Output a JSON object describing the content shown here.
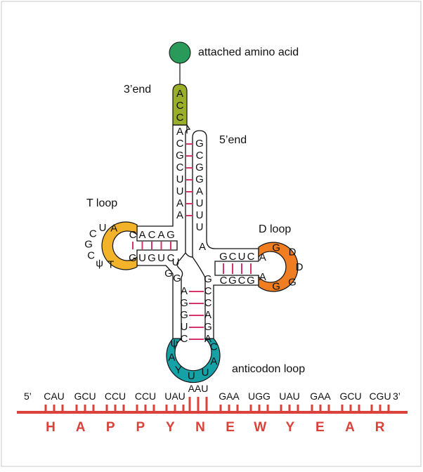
{
  "labels": {
    "amino_acid": "attached amino acid",
    "three_end": "3’end",
    "five_end": "5’end",
    "t_loop": "T loop",
    "d_loop": "D loop",
    "anticodon_loop": "anticodon loop",
    "mrna_5": "5’",
    "mrna_3": "3’"
  },
  "acceptor_3": [
    "A",
    "C",
    "C"
  ],
  "acceptor_left": [
    "A",
    "C",
    "G",
    "C",
    "U",
    "U",
    "A",
    "A"
  ],
  "acceptor_right": [
    "G",
    "C",
    "G",
    "G",
    "A",
    "U",
    "U",
    "U"
  ],
  "connector_5": "A",
  "t_stem_top": [
    "C",
    "A",
    "C",
    "A",
    "G"
  ],
  "t_stem_bottom": [
    "G",
    "U",
    "G",
    "U",
    "C"
  ],
  "t_loop_bases": [
    "A",
    "U",
    "C",
    "G",
    "C",
    "ψ",
    "T"
  ],
  "d_stem_top": [
    "G",
    "C",
    "U",
    "C"
  ],
  "d_stem_bottom": [
    "C",
    "G",
    "C",
    "G"
  ],
  "d_loop_bases": [
    "A",
    "G",
    "D",
    "D",
    "G",
    "G",
    "A"
  ],
  "variable_bases": [
    "U",
    "G",
    "G"
  ],
  "anticodon_stem_left": [
    "A",
    "G",
    "G",
    "U",
    "C"
  ],
  "anticodon_stem_right": [
    "G",
    "C",
    "C",
    "A",
    "G",
    "A"
  ],
  "anticodon_loop_bases": [
    "ψ",
    "A",
    "Y",
    "U",
    "U",
    "A",
    "C"
  ],
  "mrna_codons": [
    "CAU",
    "GCU",
    "CCU",
    "CCU",
    "UAU",
    "AAU",
    "GAA",
    "UGG",
    "UAU",
    "GAA",
    "GCU",
    "CGU"
  ],
  "message": [
    "H",
    "A",
    "P",
    "P",
    "Y",
    "N",
    "E",
    "W",
    "Y",
    "E",
    "A",
    "R"
  ],
  "colors": {
    "amino_acid": "#2a9a5a",
    "acceptor": "#9aae2a",
    "t_loop": "#f2b22a",
    "d_loop": "#ef7d22",
    "anticodon_loop": "#16a1a6",
    "bond": "#d6336c",
    "mrna": "#d9413a",
    "message": "#d9413a"
  }
}
